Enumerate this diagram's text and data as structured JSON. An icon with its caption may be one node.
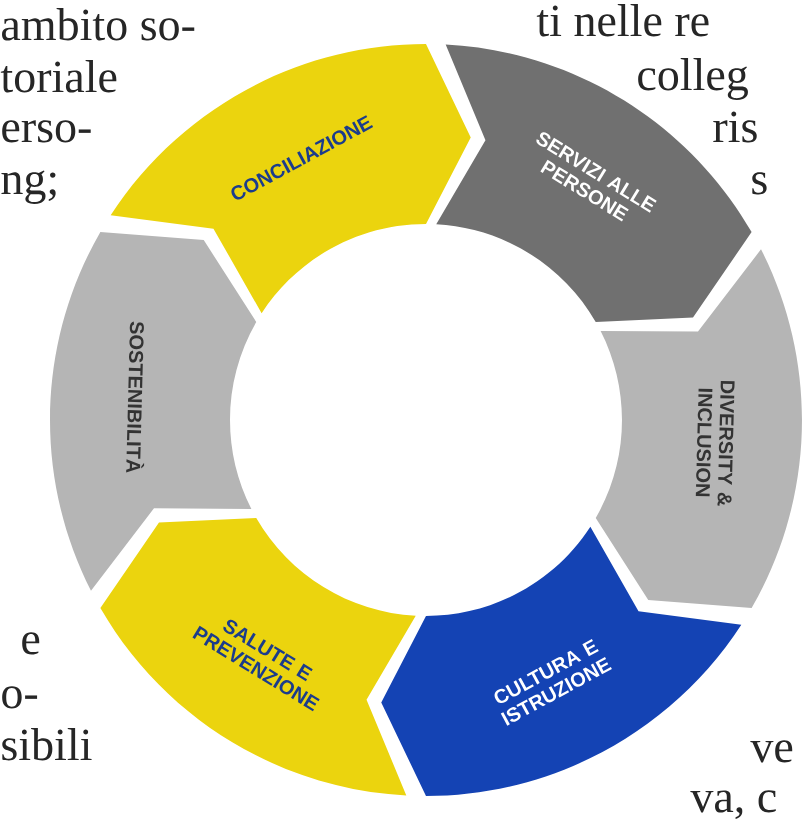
{
  "diagram": {
    "nodes": [
      {
        "text": [
          "CONCILIAZIONE"
        ]
      },
      {
        "text": [
          "SERVIZI ALLE PERSONE"
        ]
      },
      {
        "text": [
          "DIVERSITY & INCLUSION"
        ]
      },
      {
        "text": [
          "CULTURA E ISTRUZIONE"
        ]
      },
      {
        "text": [
          "SALUTE E PREVENZIONE"
        ]
      },
      {
        "text": [
          "SOSTENIBILITÀ"
        ]
      }
    ],
    "labels": [
      "ambito so-",
      "toriale",
      "erso-",
      "ng;",
      "ti nelle re",
      "colleg",
      "ris",
      "s",
      "e",
      "o-",
      "sibili",
      "ve",
      "va, c"
    ]
  }
}
